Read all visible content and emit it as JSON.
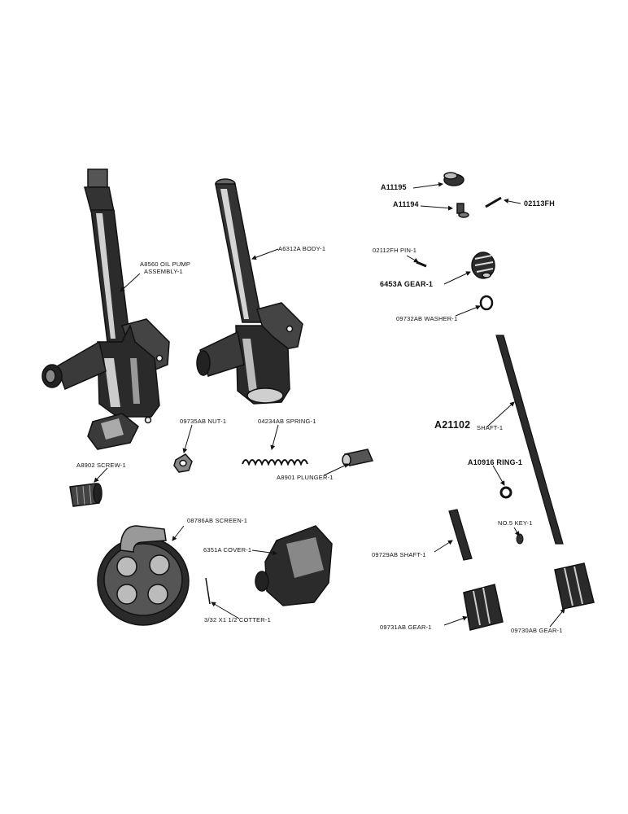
{
  "parts": {
    "a11195": "A11195",
    "a11194": "A11194",
    "p02113fh": "02113FH",
    "p02112fh_pin": "02112FH PIN-1",
    "p6453a_gear": "6453A GEAR-1",
    "p09732ab_washer": "09732AB WASHER-1",
    "a8560_line1": "A8560 OIL PUMP",
    "a8560_line2": "ASSEMBLY-1",
    "a6312a_body": "A6312A BODY-1",
    "a21102_num": "A21102",
    "a21102_name": "SHAFT-1",
    "p09735ab_nut": "09735AB NUT-1",
    "p04234ab_spring": "04234AB SPRING-1",
    "a8901_plunger": "A8901 PLUNGER-1",
    "a8902_screw": "A8902 SCREW-1",
    "a10916_ring": "A10916 RING-1",
    "p08786ab_screen": "08786AB SCREEN-1",
    "p6351a_cover": "6351A COVER-1",
    "no5_key": "NO.5 KEY-1",
    "p09729ab_shaft": "09729AB SHAFT-1",
    "cotter": "3/32 X1 1/2 COTTER-1",
    "p09731ab_gear": "09731AB GEAR-1",
    "p09730ab_gear": "09730AB GEAR-1"
  }
}
